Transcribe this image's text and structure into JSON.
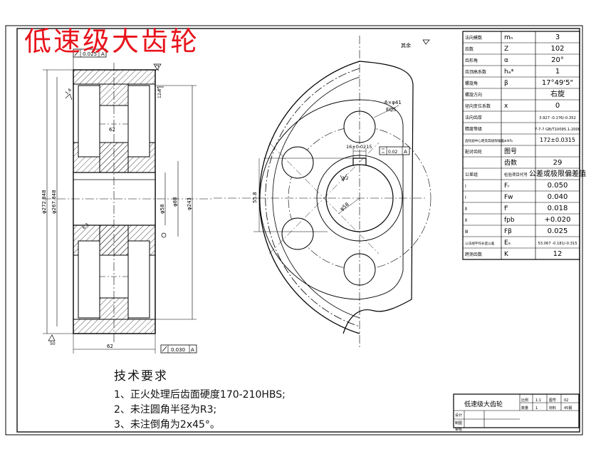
{
  "title": "低速级大齿轮",
  "tech_requirements": {
    "heading": "技术要求",
    "items": [
      "1、正火处理后齿面硬度170-210HBS;",
      "2、未注圆角半径为R3;",
      "3、未注倒角为2x45°。"
    ]
  },
  "param_table": [
    {
      "label": "法向模数",
      "symbol": "mₙ",
      "value": "3"
    },
    {
      "label": "齿数",
      "symbol": "Z",
      "value": "102"
    },
    {
      "label": "齿形角",
      "symbol": "α",
      "value": "20°"
    },
    {
      "label": "齿顶高系数",
      "symbol": "hₐ*",
      "value": "1"
    },
    {
      "label": "螺旋角",
      "symbol": "β",
      "value": "17°49'5\""
    },
    {
      "label": "螺旋方向",
      "symbol": "",
      "value": "右旋"
    },
    {
      "label": "径向变位系数",
      "symbol": "x",
      "value": "0"
    },
    {
      "label": "法向齿厚",
      "symbol": "",
      "value": "3.927 -0.176/-0.352"
    },
    {
      "label": "精度等级",
      "symbol": "",
      "value": "7-7-7 GB/T10095.1-2008"
    },
    {
      "label": "齿轮副中心距及其极限偏差",
      "symbol": "a±fₐ",
      "value": "172±0.0315"
    },
    {
      "label": "配对齿轮",
      "symbol": "图号",
      "value": ""
    },
    {
      "label": "",
      "symbol": "齿数",
      "value": "29"
    },
    {
      "label": "公差组",
      "symbol": "检验项目代号",
      "value": "公差或极限偏差值"
    },
    {
      "label": "Ⅰ",
      "symbol": "Fᵣ",
      "value": "0.050"
    },
    {
      "label": "Ⅰ",
      "symbol": "Fw",
      "value": "0.040"
    },
    {
      "label": "Ⅱ",
      "symbol": "fᶠ",
      "value": "0.018"
    },
    {
      "label": "Ⅱ",
      "symbol": "fpb",
      "value": "+0.020"
    },
    {
      "label": "Ⅲ",
      "symbol": "Fβ",
      "value": "0.025"
    },
    {
      "label": "公法线平均长度公差",
      "symbol": "Eₛ",
      "value": "53.067 -0.181/-0.315"
    },
    {
      "label": "跨测齿数",
      "symbol": "K",
      "value": "12"
    }
  ],
  "title_block": {
    "name": "低速级大齿轮",
    "scale_label": "比例",
    "scale": "1:1",
    "drawing_no_label": "图号",
    "drawing_no": "02",
    "qty_label": "数量",
    "qty": "1",
    "material_label": "材料",
    "material": "45钢",
    "designer_label": "设计",
    "drawer_label": "制图",
    "reviewer_label": "审核"
  },
  "annotations": {
    "top_tolerance": "0.025",
    "top_datum": "A",
    "bottom_tolerance": "0.030",
    "bottom_datum": "A",
    "rest_roughness": "其余",
    "hole_spec": "6×φ41",
    "eqs": "EQS",
    "keyway": "16±0.0215",
    "key_tolerance": "0.02",
    "key_datum": "A",
    "dim_outer": "φ272.848",
    "dim_root": "φ267.848",
    "dim_hub": "φ243",
    "dim_bore": "φ88",
    "dim_bore2": "φ58",
    "dim_width": "62",
    "dim_hubw": "62",
    "dim_key_depth": "55.8",
    "ra_1": "3.2",
    "ra_2": "1.6",
    "ra_3": "12.5",
    "ra_4": "6.3",
    "ra_5": "50",
    "bore_label": "φ58",
    "pcd": "φ160"
  }
}
